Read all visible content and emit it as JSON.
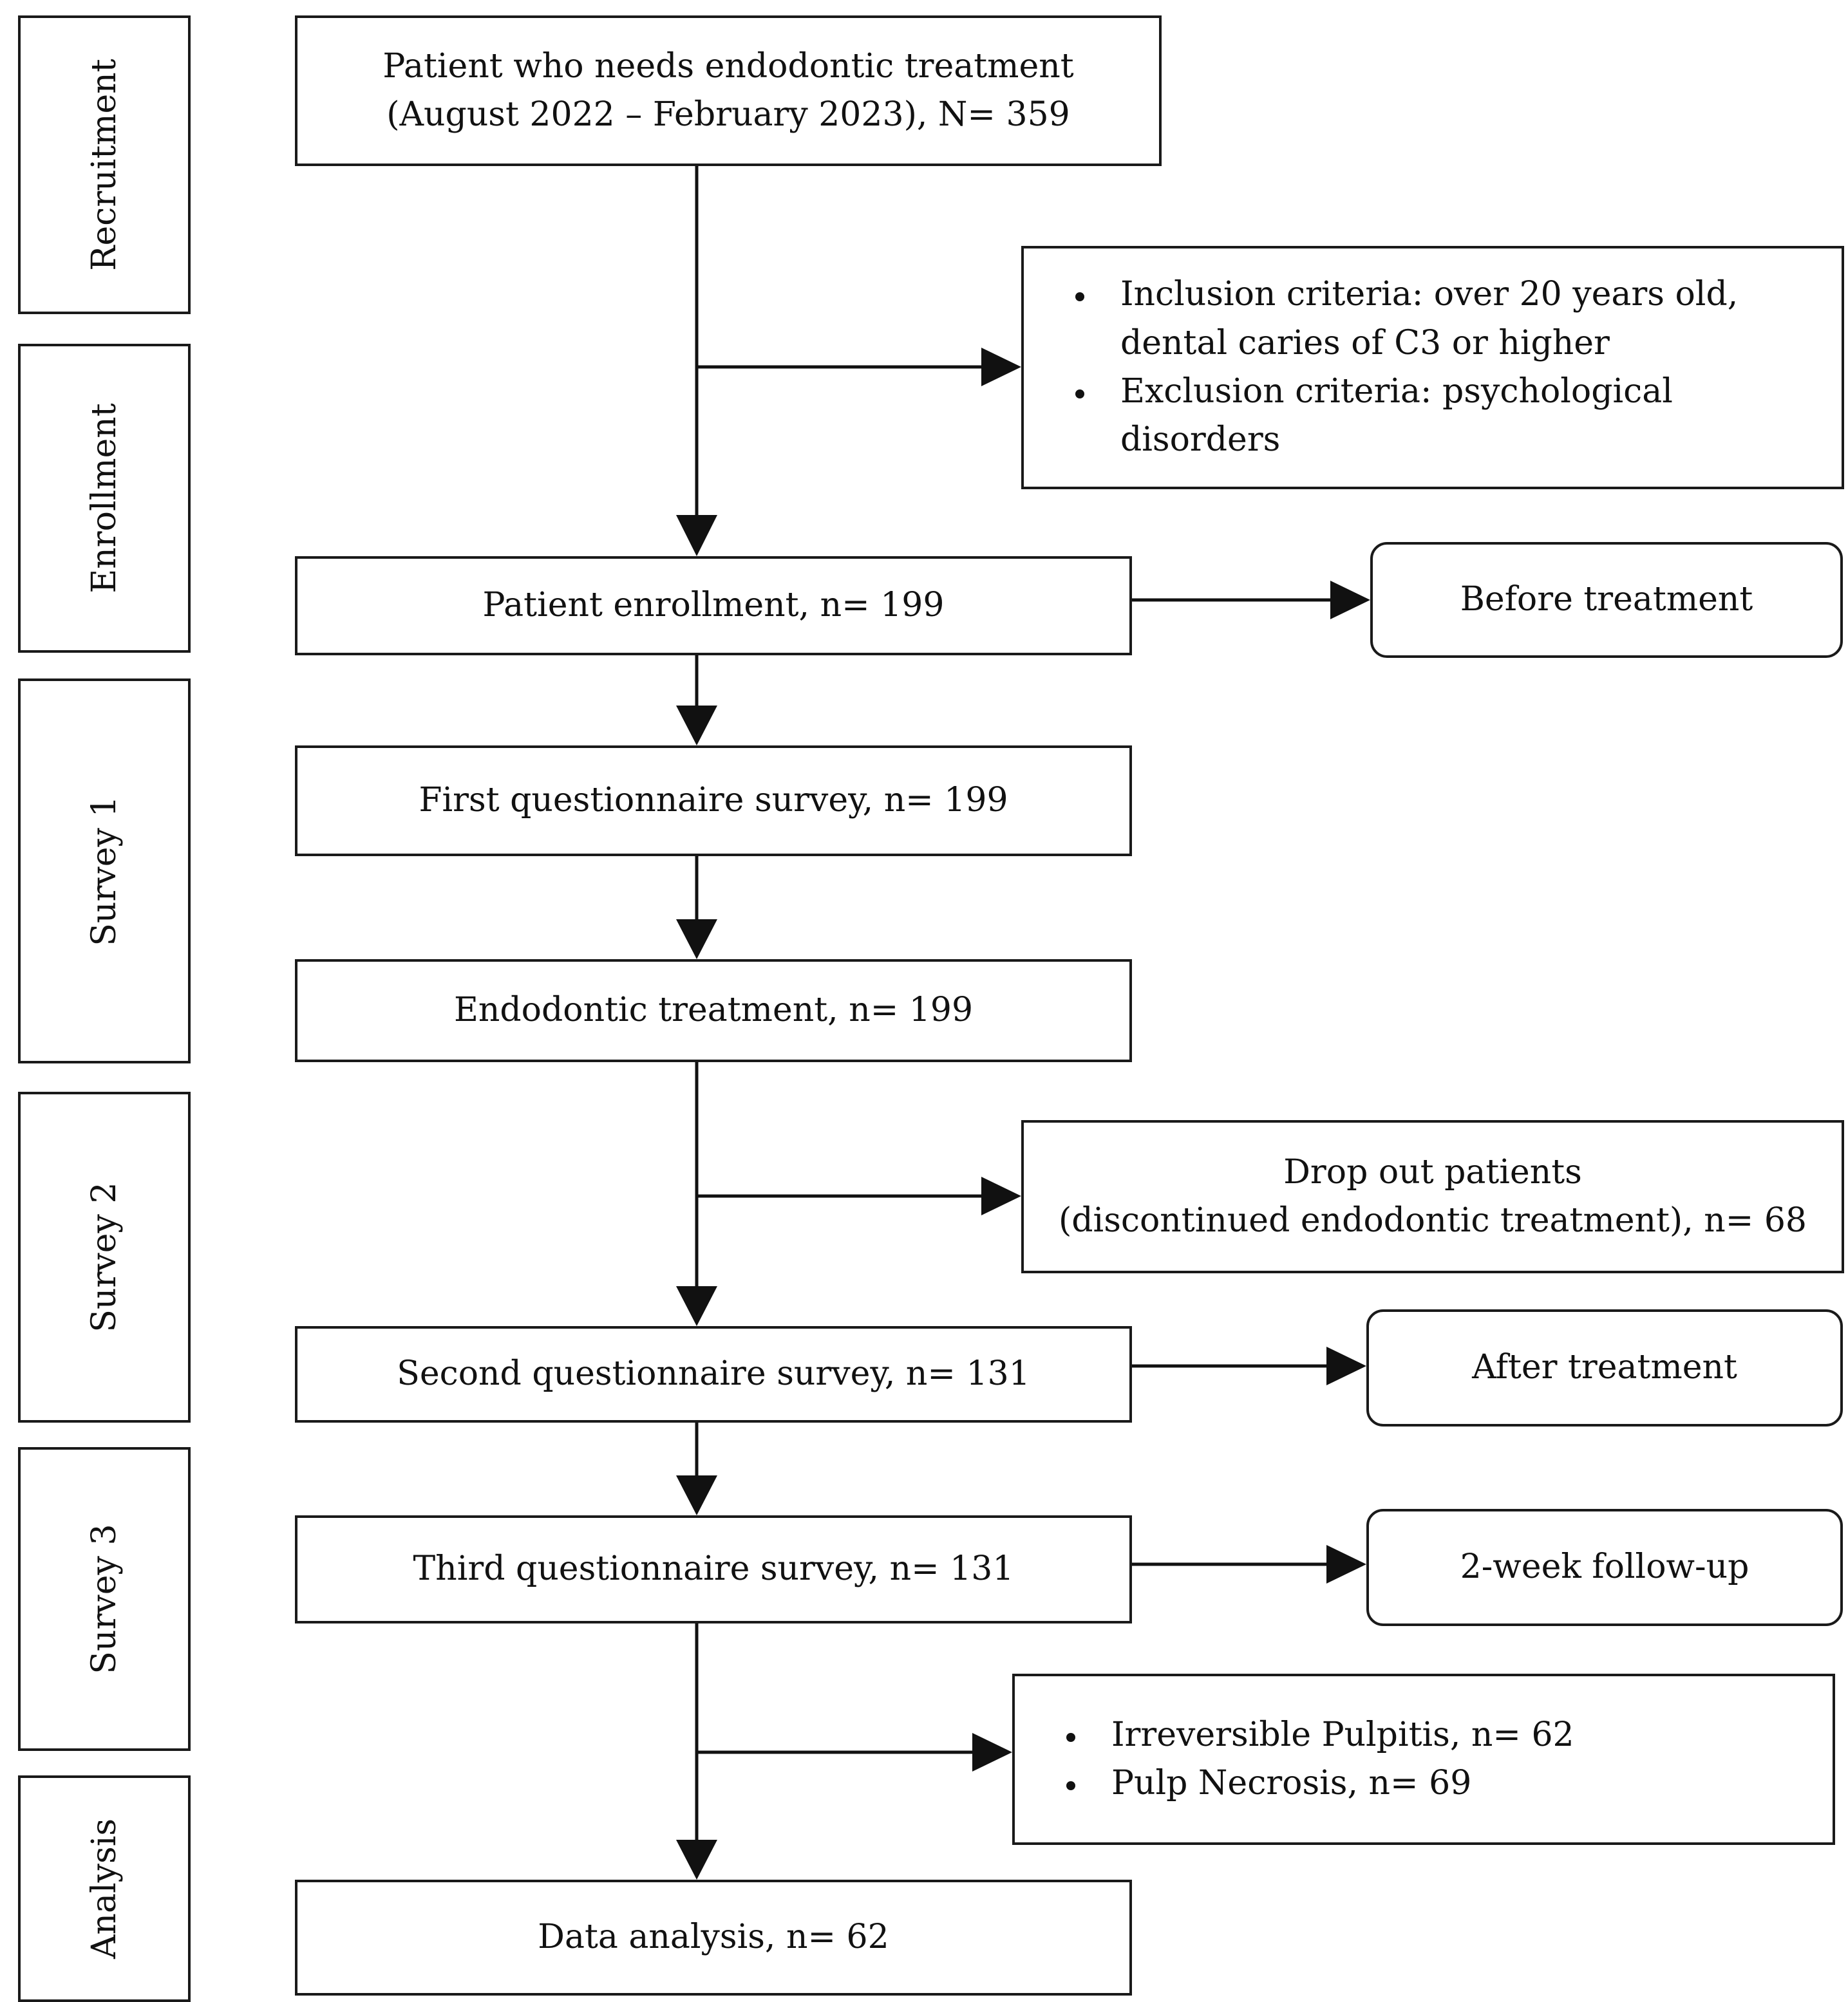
{
  "stages": [
    "Recruitment",
    "Enrollment",
    "Survey 1",
    "Survey 2",
    "Survey 3",
    "Analysis"
  ],
  "main": {
    "recruit_line1": "Patient who needs endodontic treatment",
    "recruit_line2": "(August 2022 – February 2023), N= 359",
    "enrollment": "Patient enrollment, n= 199",
    "survey1": "First questionnaire survey, n= 199",
    "treatment": "Endodontic treatment, n= 199",
    "survey2": "Second questionnaire survey, n= 131",
    "survey3": "Third questionnaire survey, n= 131",
    "analysis": "Data analysis, n= 62"
  },
  "side": {
    "criteria": [
      "Inclusion criteria: over 20 years old, dental caries of C3 or higher",
      "Exclusion criteria: psychological disorders"
    ],
    "before": "Before treatment",
    "dropout_line1": "Drop out patients",
    "dropout_line2": "(discontinued endodontic treatment), n= 68",
    "after": "After treatment",
    "followup": "2-week follow-up",
    "diagnosis": [
      "Irreversible Pulpitis, n= 62",
      "Pulp Necrosis, n= 69"
    ]
  }
}
